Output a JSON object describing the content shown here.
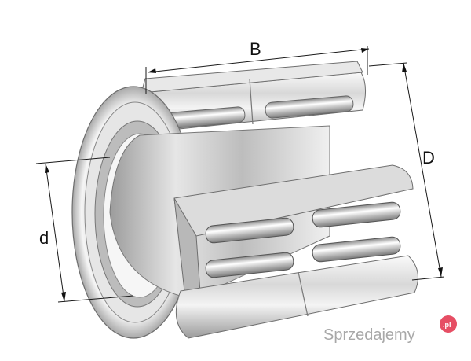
{
  "labels": {
    "width": "B",
    "outer_diameter": "D",
    "inner_diameter": "d"
  },
  "watermark": {
    "text": "Sprzedajemy",
    "badge": ".pl",
    "badge_color": "#e2304a"
  },
  "colors": {
    "steel_light": "#f2f2f2",
    "steel_mid": "#c9c9c9",
    "steel_dark": "#8c8c8c",
    "outline": "#6e6e6e"
  }
}
